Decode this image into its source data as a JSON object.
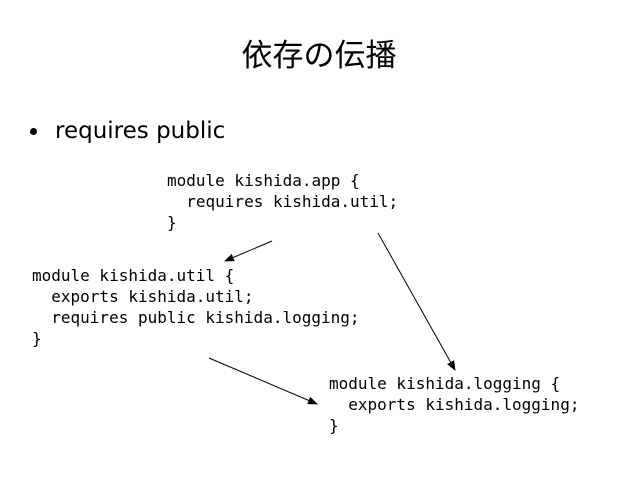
{
  "slide": {
    "title": "依存の伝播",
    "bullet": "requires public"
  },
  "code_blocks": {
    "app": {
      "lines": [
        "module kishida.app {",
        "  requires kishida.util;",
        "}"
      ]
    },
    "util": {
      "lines": [
        "module kishida.util {",
        "  exports kishida.util;",
        "  requires public kishida.logging;",
        "}"
      ]
    },
    "logging": {
      "lines": [
        "module kishida.logging {",
        "  exports kishida.logging;",
        "}"
      ]
    }
  },
  "colors": {
    "background": "#ffffff",
    "text": "#000000",
    "arrow": "#000000"
  }
}
